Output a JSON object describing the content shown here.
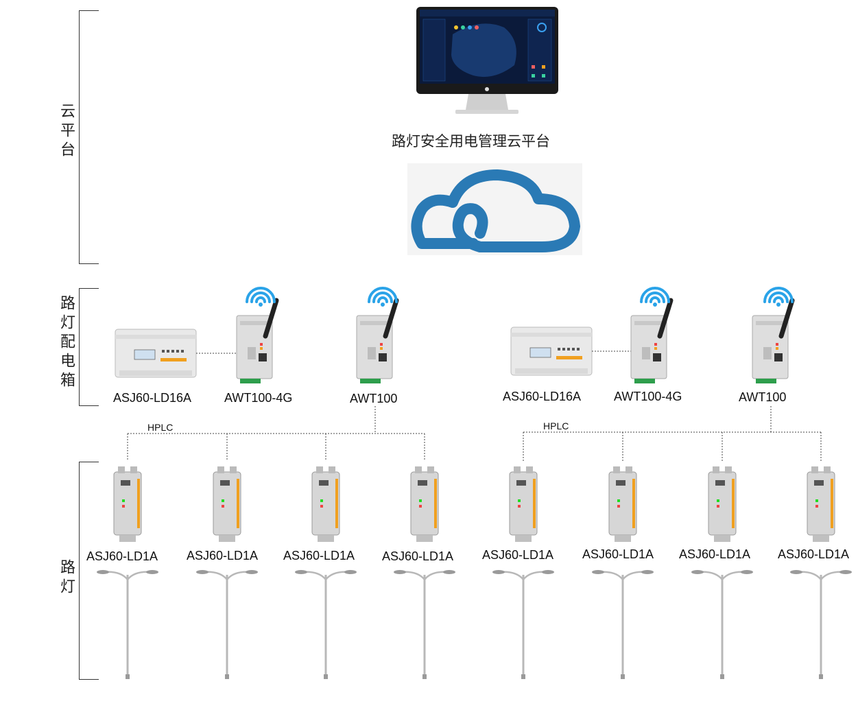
{
  "sections": {
    "cloud": "云平台",
    "cabinet": "路灯配电箱",
    "lights": "路灯"
  },
  "platform_title": "路灯安全用电管理云平台",
  "groups": [
    {
      "meter_label": "ASJ60-LD16A",
      "gateway4g_label": "AWT100-4G",
      "gateway_label": "AWT100",
      "bus_label": "HPLC",
      "nodes": [
        "ASJ60-LD1A",
        "ASJ60-LD1A",
        "ASJ60-LD1A",
        "ASJ60-LD1A"
      ]
    },
    {
      "meter_label": "ASJ60-LD16A",
      "gateway4g_label": "AWT100-4G",
      "gateway_label": "AWT100",
      "bus_label": "HPLC",
      "nodes": [
        "ASJ60-LD1A",
        "ASJ60-LD1A",
        "ASJ60-LD1A",
        "ASJ60-LD1A"
      ]
    }
  ],
  "colors": {
    "cloud_blue": "#2a7ab5",
    "wifi_blue": "#2aa3e8",
    "screen_bg": "#0b1a3a",
    "device_orange": "#f0a020"
  }
}
